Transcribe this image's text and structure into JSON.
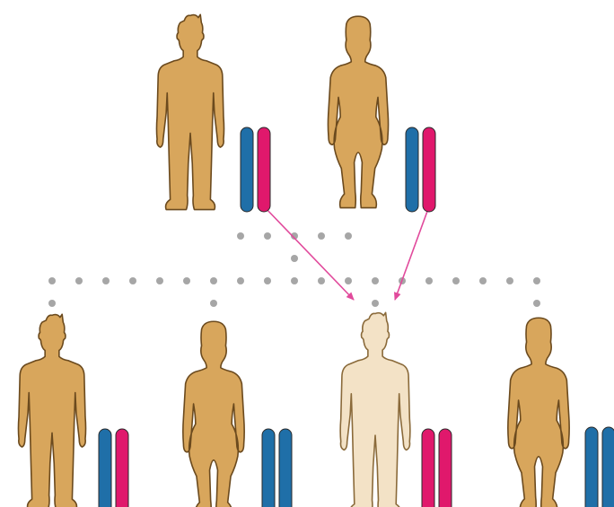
{
  "colors": {
    "background": "#ffffff",
    "figure_fill": "#d8a65c",
    "figure_stroke": "#6b4a1e",
    "highlight_fill": "#f3e2c6",
    "highlight_stroke": "#8a6a3a",
    "chromosome_blue": "#1f6fa8",
    "chromosome_pink": "#e0186c",
    "chromosome_outline": "#2a2a2a",
    "dot": "#a6a6a6",
    "arrow": "#e14a9c"
  },
  "parents": [
    {
      "id": "father",
      "sex": "male",
      "chromosomes": [
        "blue",
        "pink"
      ]
    },
    {
      "id": "mother",
      "sex": "female",
      "chromosomes": [
        "blue",
        "pink"
      ]
    }
  ],
  "children": [
    {
      "id": "child-1",
      "sex": "male",
      "chromosomes": [
        "blue",
        "pink"
      ],
      "highlighted": false
    },
    {
      "id": "child-2",
      "sex": "female",
      "chromosomes": [
        "blue",
        "blue"
      ],
      "highlighted": false
    },
    {
      "id": "child-3",
      "sex": "male",
      "chromosomes": [
        "pink",
        "pink"
      ],
      "highlighted": true
    },
    {
      "id": "child-4",
      "sex": "female",
      "chromosomes": [
        "blue",
        "blue"
      ],
      "highlighted": false
    }
  ],
  "inheritance_arrows": [
    {
      "from": "father-chromosome-pink",
      "to": "child-3"
    },
    {
      "from": "mother-chromosome-pink",
      "to": "child-3"
    }
  ]
}
